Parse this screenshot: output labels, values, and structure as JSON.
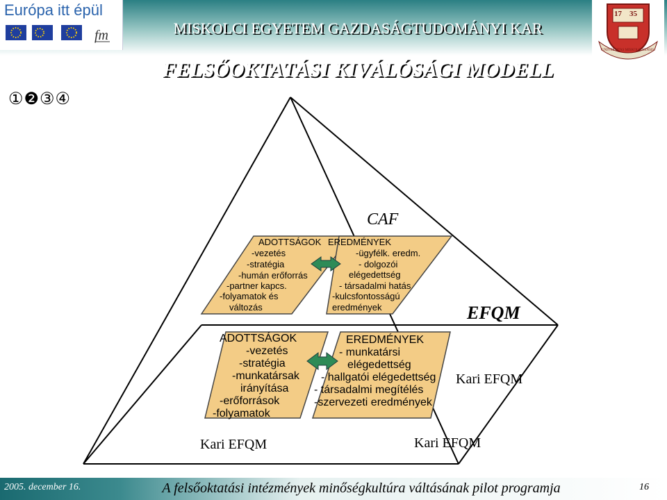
{
  "header": {
    "eu_banner_text": "Európa itt épül",
    "university_title": "MISKOLCI EGYETEM GAZDASÁGTUDOMÁNYI KAR",
    "crest_years": [
      "17",
      "35"
    ],
    "crest_ribbon": "UNIVERSITAS MISKOLCINENSIS"
  },
  "slide": {
    "title": "FELSŐOKTATÁSI KIVÁLÓSÁGI MODELL",
    "step_numbers": "①❷③④"
  },
  "pyramid": {
    "top_label": "CAF",
    "middle_label": "EFQM",
    "right_label": "Kari EFQM",
    "bottom_left_label": "Kari EFQM",
    "bottom_right_label": "Kari EFQM",
    "upper_left_box": {
      "lines": [
        "ADOTTSÁGOK",
        "-vezetés",
        "-stratégia",
        "-humán erőforrás",
        "-partner kapcs.",
        "-folyamatok és",
        "változás"
      ]
    },
    "upper_right_box": {
      "lines": [
        "EREDMÉNYEK",
        "-ügyfélk. eredm.",
        "- dolgozói",
        "elégedettség",
        "- társadalmi hatás",
        "-kulcsfontosságú",
        "eredmények"
      ]
    },
    "lower_left_box": {
      "lines": [
        "ADOTTSÁGOK",
        "-vezetés",
        "-stratégia",
        "-munkatársak",
        "irányítása",
        "-erőforrások",
        "-folyamatok"
      ]
    },
    "lower_right_box": {
      "lines": [
        "EREDMÉNYEK",
        "- munkatársi",
        "elégedettség",
        "- hallgatói elégedettség",
        "- társadalmi megítélés",
        "-szervezeti eredmények"
      ]
    }
  },
  "footer": {
    "date": "2005. december 16.",
    "title": "A felsőoktatási intézmények minőségkultúra váltásának pilot programja",
    "page": "16"
  },
  "colors": {
    "header_gradient_top": "#1a6a70",
    "header_gradient_mid": "#7fb8b6",
    "header_light": "#dfeeed",
    "box_fill": "#f3cc86",
    "arrow_fill": "#2e8b57",
    "footer_dark": "#1a6a70"
  }
}
